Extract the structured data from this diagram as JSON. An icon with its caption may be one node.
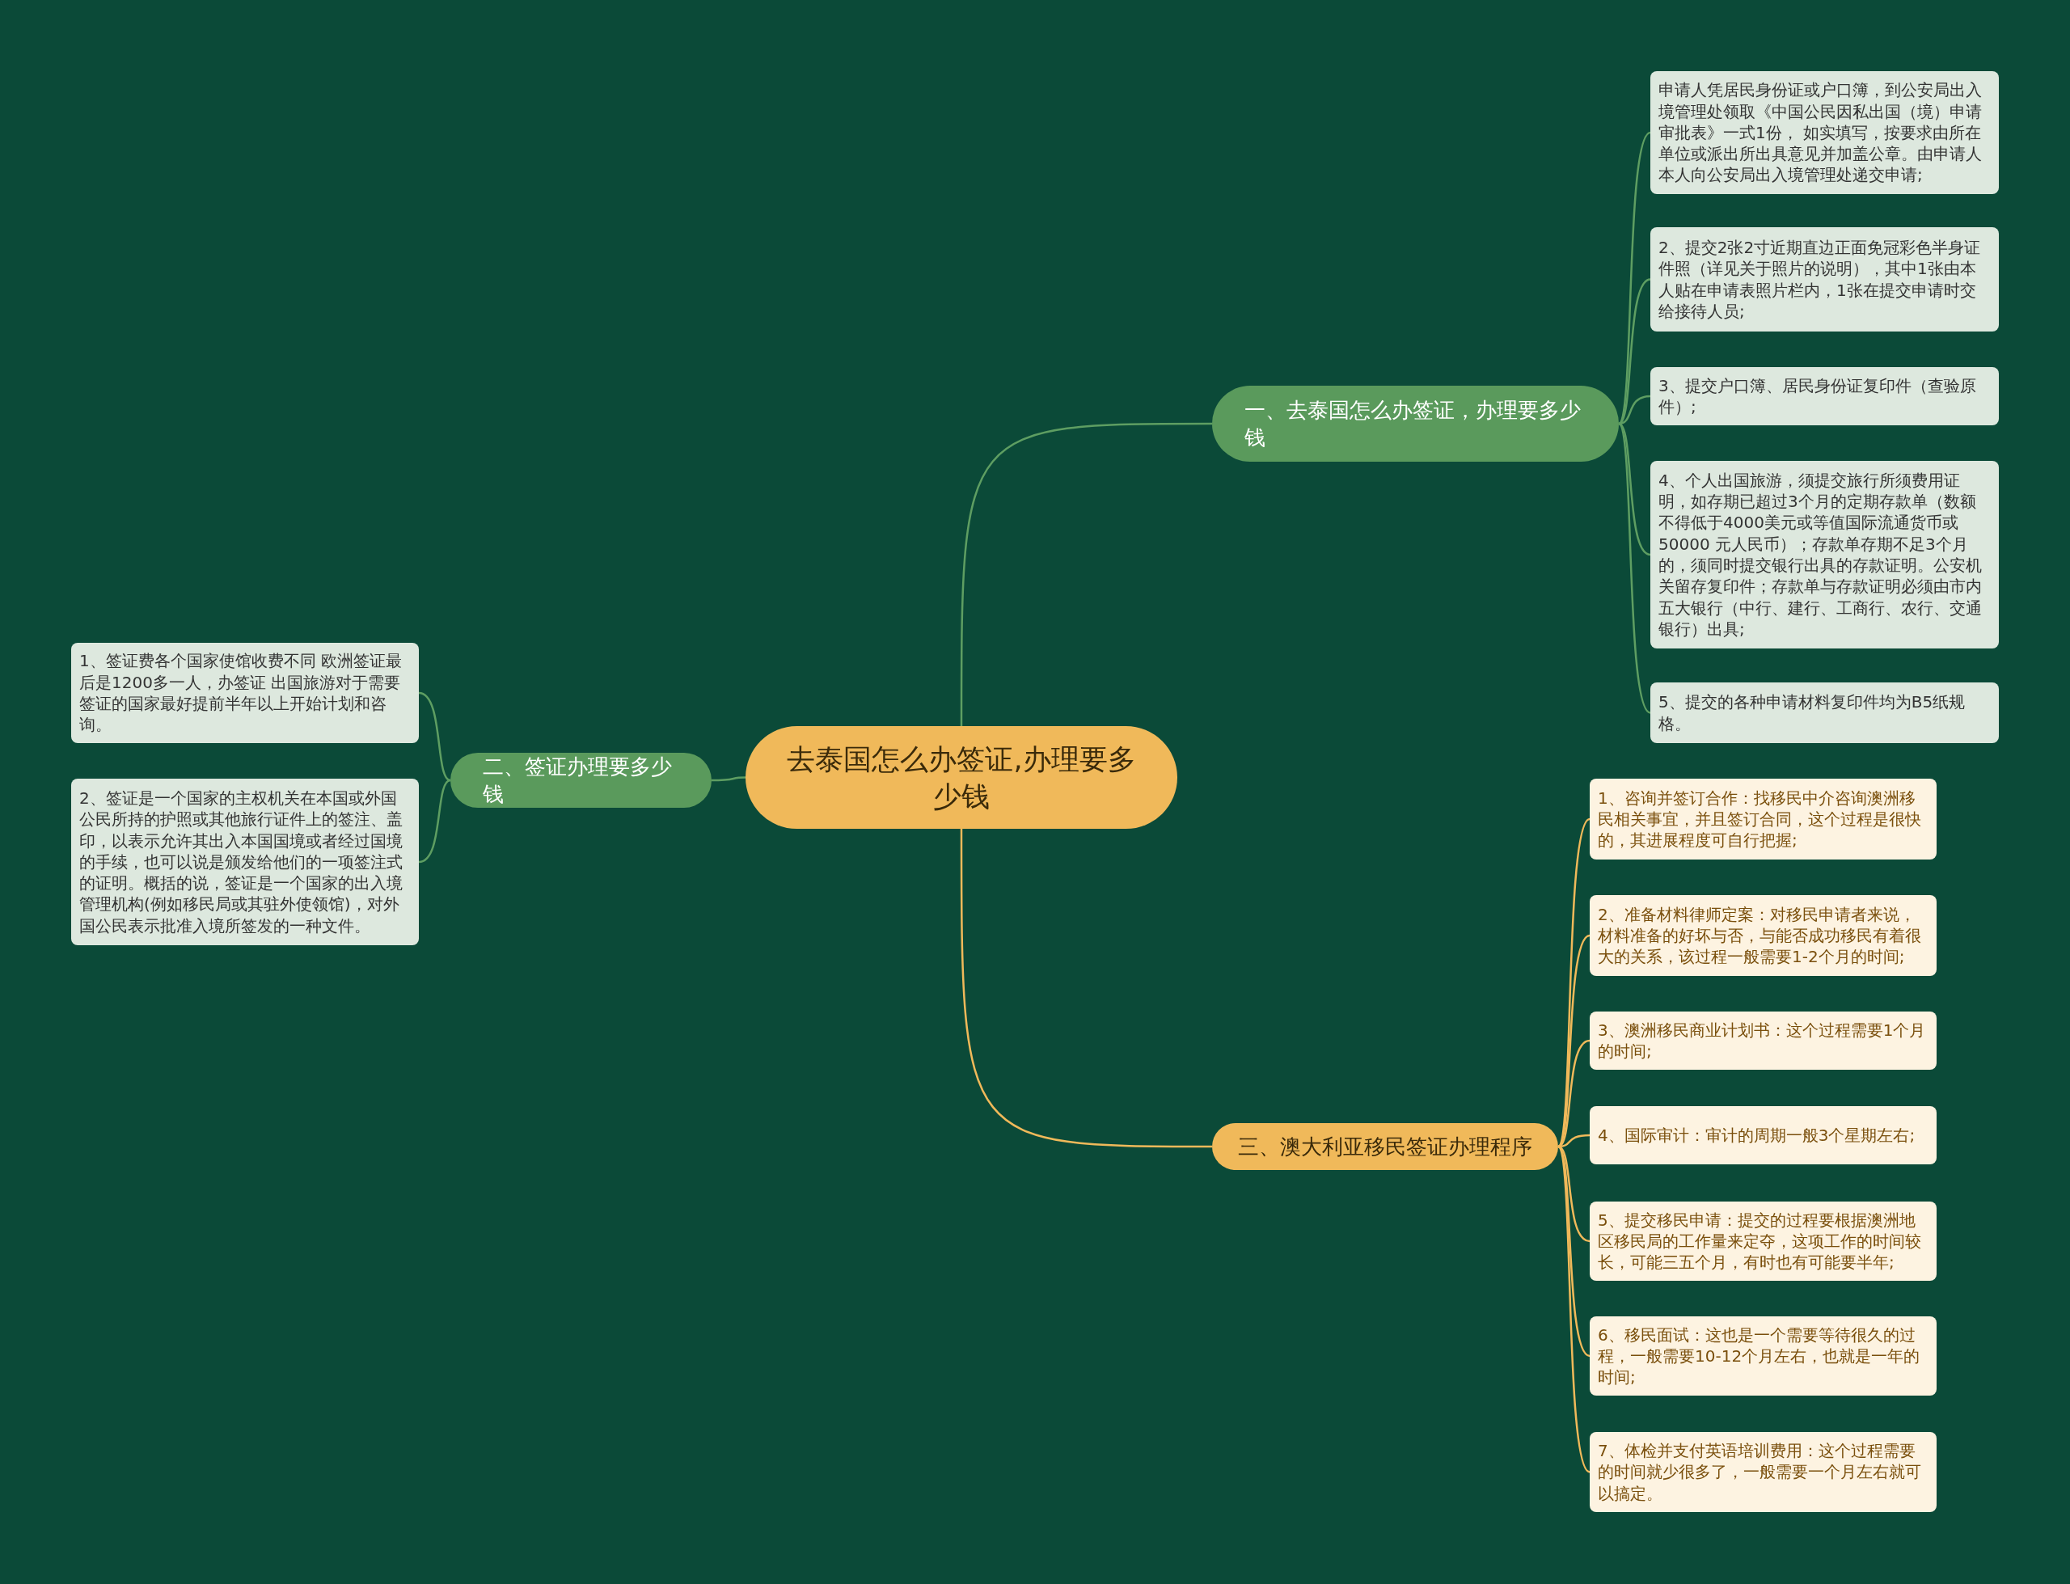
{
  "diagram": {
    "nodes": [
      {
        "text": [
          "去泰国怎么办签证,办理要多少钱"
        ]
      },
      {
        "text": [
          "一、去泰国怎么办签证，办理要多少钱"
        ]
      },
      {
        "text": [
          "申请人凭居民身份证或户口簿，到公安局出入境管理处领取《中国公民因私出国（境）申请审批表》一式1份， 如实填写，按要求由所在单位或派出所出具意见并加盖公章。由申请人本人向公安局出入境管理处递交申请;"
        ]
      },
      {
        "text": [
          "2、提交2张2寸近期直边正面免冠彩色半身证件照（详见关于照片的说明），其中1张由本人贴在申请表照片栏内，1张在提交申请时交给接待人员;"
        ]
      },
      {
        "text": [
          "3、提交户口簿、居民身份证复印件（查验原件）;"
        ]
      },
      {
        "text": [
          "4、个人出国旅游，须提交旅行所须费用证明，如存期已超过3个月的定期存款单（数额不得低于4000美元或等值国际流通货币或50000 元人民币）；存款单存期不足3个月的，须同时提交银行出具的存款证明。公安机关留存复印件；存款单与存款证明必须由市内五大银行（中行、建行、工商行、农行、交通银行）出具;"
        ]
      },
      {
        "text": [
          "5、提交的各种申请材料复印件均为B5纸规格。"
        ]
      },
      {
        "text": [
          "二、签证办理要多少钱"
        ]
      },
      {
        "text": [
          "1、签证费各个国家使馆收费不同 欧洲签证最后是1200多一人，办签证 出国旅游对于需要签证的国家最好提前半年以上开始计划和咨询。"
        ]
      },
      {
        "text": [
          "2、签证是一个国家的主权机关在本国或外国公民所持的护照或其他旅行证件上的签注、盖印，以表示允许其出入本国国境或者经过国境的手续，也可以说是颁发给他们的一项签注式的证明。概括的说，签证是一个国家的出入境管理机构(例如移民局或其驻外使领馆)，对外国公民表示批准入境所签发的一种文件。"
        ]
      },
      {
        "text": [
          "三、澳大利亚移民签证办理程序"
        ]
      },
      {
        "text": [
          "1、咨询并签订合作：找移民中介咨询澳洲移民相关事宜，并且签订合同，这个过程是很快的，其进展程度可自行把握;"
        ]
      },
      {
        "text": [
          "2、准备材料律师定案：对移民申请者来说，材料准备的好坏与否，与能否成功移民有着很大的关系，该过程一般需要1-2个月的时间;"
        ]
      },
      {
        "text": [
          "3、澳洲移民商业计划书：这个过程需要1个月的时间;"
        ]
      },
      {
        "text": [
          "4、国际审计：审计的周期一般3个星期左右;"
        ]
      },
      {
        "text": [
          "5、提交移民申请：提交的过程要根据澳洲地区移民局的工作量来定夺，这项工作的时间较长，可能三五个月，有时也有可能要半年;"
        ]
      },
      {
        "text": [
          "6、移民面试：这也是一个需要等待很久的过程，一般需要10-12个月左右，也就是一年的时间;"
        ]
      },
      {
        "text": [
          "7、体检并支付英语培训费用：这个过程需要的时间就少很多了，一般需要一个月左右就可以搞定。"
        ]
      }
    ],
    "edges": [
      {
        "from": 0,
        "to": 1,
        "arrow": "none"
      },
      {
        "from": 1,
        "to": 2,
        "arrow": "none"
      },
      {
        "from": 1,
        "to": 3,
        "arrow": "none"
      },
      {
        "from": 1,
        "to": 4,
        "arrow": "none"
      },
      {
        "from": 1,
        "to": 5,
        "arrow": "none"
      },
      {
        "from": 1,
        "to": 6,
        "arrow": "none"
      },
      {
        "from": 0,
        "to": 7,
        "arrow": "none"
      },
      {
        "from": 7,
        "to": 8,
        "arrow": "none"
      },
      {
        "from": 7,
        "to": 9,
        "arrow": "none"
      },
      {
        "from": 0,
        "to": 10,
        "arrow": "none",
        "color": "#f0b95a"
      },
      {
        "from": 10,
        "to": 11,
        "arrow": "none",
        "color": "#f0b95a"
      },
      {
        "from": 10,
        "to": 12,
        "arrow": "none",
        "color": "#f0b95a"
      },
      {
        "from": 10,
        "to": 13,
        "arrow": "none",
        "color": "#f0b95a"
      },
      {
        "from": 10,
        "to": 14,
        "arrow": "none",
        "color": "#f0b95a"
      },
      {
        "from": 10,
        "to": 15,
        "arrow": "none",
        "color": "#f0b95a"
      },
      {
        "from": 10,
        "to": 16,
        "arrow": "none",
        "color": "#f0b95a"
      },
      {
        "from": 10,
        "to": 17,
        "arrow": "none",
        "color": "#f0b95a"
      }
    ]
  }
}
